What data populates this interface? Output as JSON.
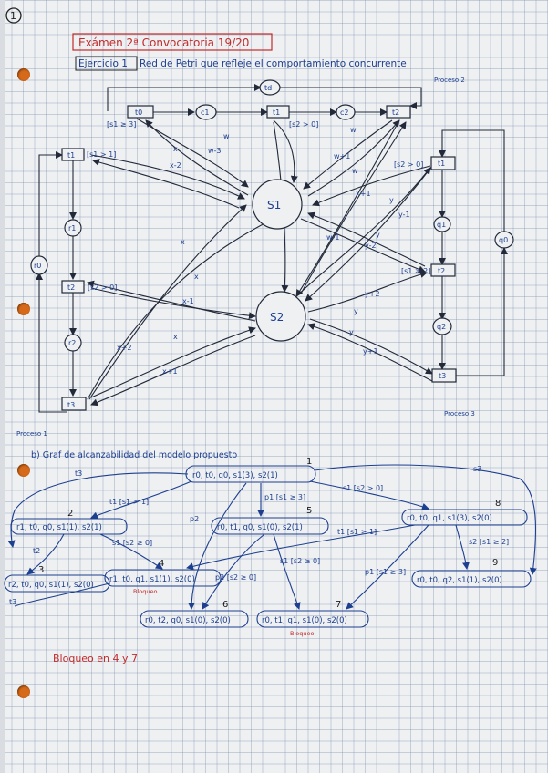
{
  "header": {
    "page_number": "1",
    "title": "Exámen 2ª Convocatoria 19/20",
    "exercise_label": "Ejercicio 1",
    "exercise_text": "Red de Petri que refleje el comportamiento concurrente"
  },
  "petri_net": {
    "process2_label": "Proceso 2",
    "process1_label": "Proceso 1",
    "process3_label": "Proceso 3",
    "transitions": {
      "p_t0": "t0",
      "p_t1": "t1",
      "p_t2": "t2",
      "r_t1": "t1",
      "r_t2": "t2",
      "r_t3": "t3",
      "q_t1": "t1",
      "q_t2": "t2",
      "q_t3": "t3"
    },
    "places": {
      "p_td": "td",
      "p_c1": "c1",
      "p_c2": "c2",
      "r_r1": "r1",
      "r_r2": "r2",
      "r_r0": "r0",
      "q_q1": "q1",
      "q_q2": "q2",
      "q_q0": "q0",
      "s1": "S1",
      "s2": "S2"
    },
    "guards": {
      "p_t0": "[s1 ≥ 3]",
      "p_t1": "[s2 > 0]",
      "r_t1": "[s1 > 1]",
      "r_t2": "[s2 > 0]",
      "q_t1": "[s2 > 0]",
      "q_t2": "[s1 ≥ 2]"
    },
    "arc_labels": {
      "a1": "w",
      "a2": "w-3",
      "a3": "x",
      "a4": "x-2",
      "a5": "w",
      "a6": "w+1",
      "a7": "w",
      "a8": "w-1",
      "a9": "x+1",
      "a10": "y",
      "a11": "y-1",
      "a12": "y-2",
      "a13": "y",
      "a14": "y+2",
      "a15": "x",
      "a16": "x-1",
      "a17": "x+2",
      "a18": "x",
      "a19": "x+1",
      "a20": "y",
      "a21": "y+1",
      "a22": "y",
      "a23": "x"
    }
  },
  "reachability": {
    "heading": "b) Graf de alcanzabilidad del modelo propuesto",
    "nodes": {
      "n1": "r0, t0, q0, s1(3), s2(1)",
      "n2": "r1, t0, q0, s1(1), s2(1)",
      "n3": "r2, t0, q0, s1(1), s2(0)",
      "n4": "r1, t0, q1, s1(1), s2(0)",
      "n5": "r0, t1, q0, s1(0), s2(1)",
      "n6": "r0, t2, q0, s1(0), s2(0)",
      "n7": "r0, t1, q1, s1(0), s2(0)",
      "n8": "r0, t0, q1, s1(3), s2(0)",
      "n9": "r0, t0, q2, s1(1), s2(0)"
    },
    "numbers": {
      "n1": "1",
      "n2": "2",
      "n3": "3",
      "n4": "4",
      "n5": "5",
      "n6": "6",
      "n7": "7",
      "n8": "8",
      "n9": "9"
    },
    "edge_labels": {
      "e1": "t3",
      "e2": "t1 [s1 > 1]",
      "e3": "p1 [s1 ≥ 3]",
      "e4": "s1 [s2 > 0]",
      "e5": "t2",
      "e6": "s1 [s2 ≥ 0]",
      "e7": "p2",
      "e8": "p2 [s2 ≥ 0]",
      "e9": "s1 [s2 ≥ 0]",
      "e10": "t1 [s1 ≥ 1]",
      "e11": "p1 [s1 ≥ 3]",
      "e12": "s2 [s1 ≥ 2]",
      "e13": "s3",
      "e14": "t3"
    },
    "bloqueo_small": "Bloqueo",
    "conclusion": "Bloqueo en 4 y 7"
  },
  "colors": {
    "ink": "#1d3f8f",
    "red": "#c22b2b",
    "line": "#222a3a"
  }
}
